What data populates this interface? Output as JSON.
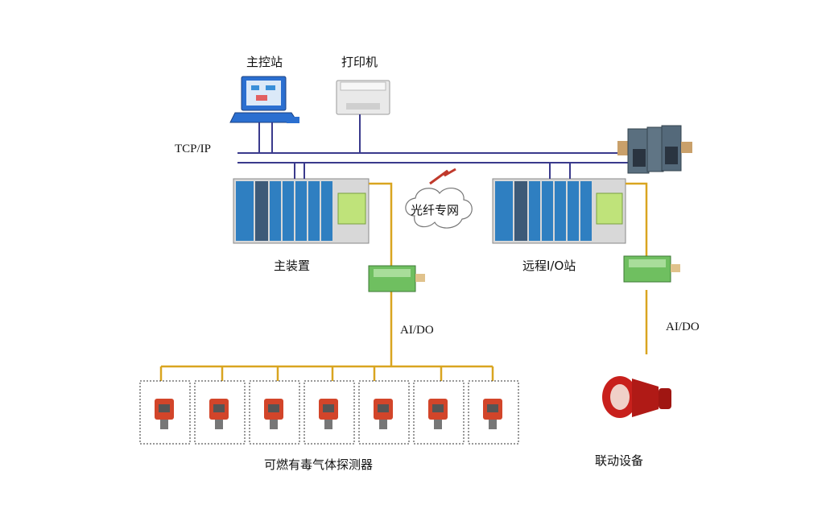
{
  "labels": {
    "master_station": "主控站",
    "printer": "打印机",
    "tcp_ip": "TCP/IP",
    "fiber": "光纤专网",
    "main_device": "主装置",
    "remote_io": "远程I/O站",
    "aido_left": "AI/DO",
    "aido_right": "AI/DO",
    "detectors": "可燃有毒气体探测器",
    "linkage": "联动设备"
  },
  "colors": {
    "bus": "#3a3a8c",
    "field_wire": "#d9a520",
    "rack_blue": "#2f7fc1",
    "module_green": "#7cc46a",
    "detector_red": "#d2452a",
    "alarm_red": "#c8201c"
  },
  "detector_count": 7
}
